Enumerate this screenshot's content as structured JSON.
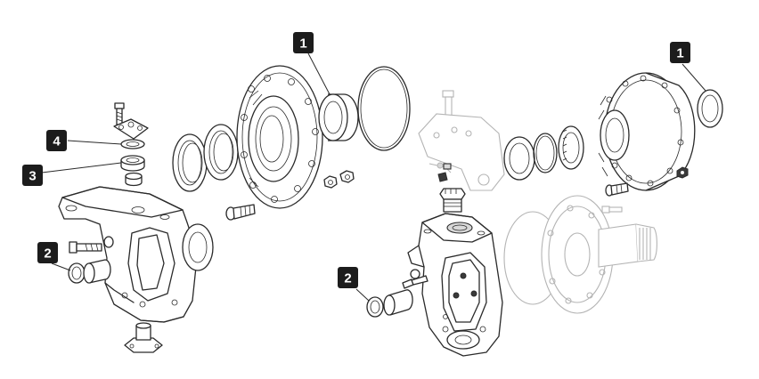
{
  "callouts": [
    {
      "id": "c1a",
      "label": "1"
    },
    {
      "id": "c1b",
      "label": "1"
    },
    {
      "id": "c2a",
      "label": "2"
    },
    {
      "id": "c2b",
      "label": "2"
    },
    {
      "id": "c3",
      "label": "3"
    },
    {
      "id": "c4",
      "label": "4"
    }
  ],
  "colors": {
    "line": "#2a2a2a",
    "ghost": "#b4b4b4",
    "callout": "#1c1c1c",
    "callout_text": "#ffffff"
  }
}
